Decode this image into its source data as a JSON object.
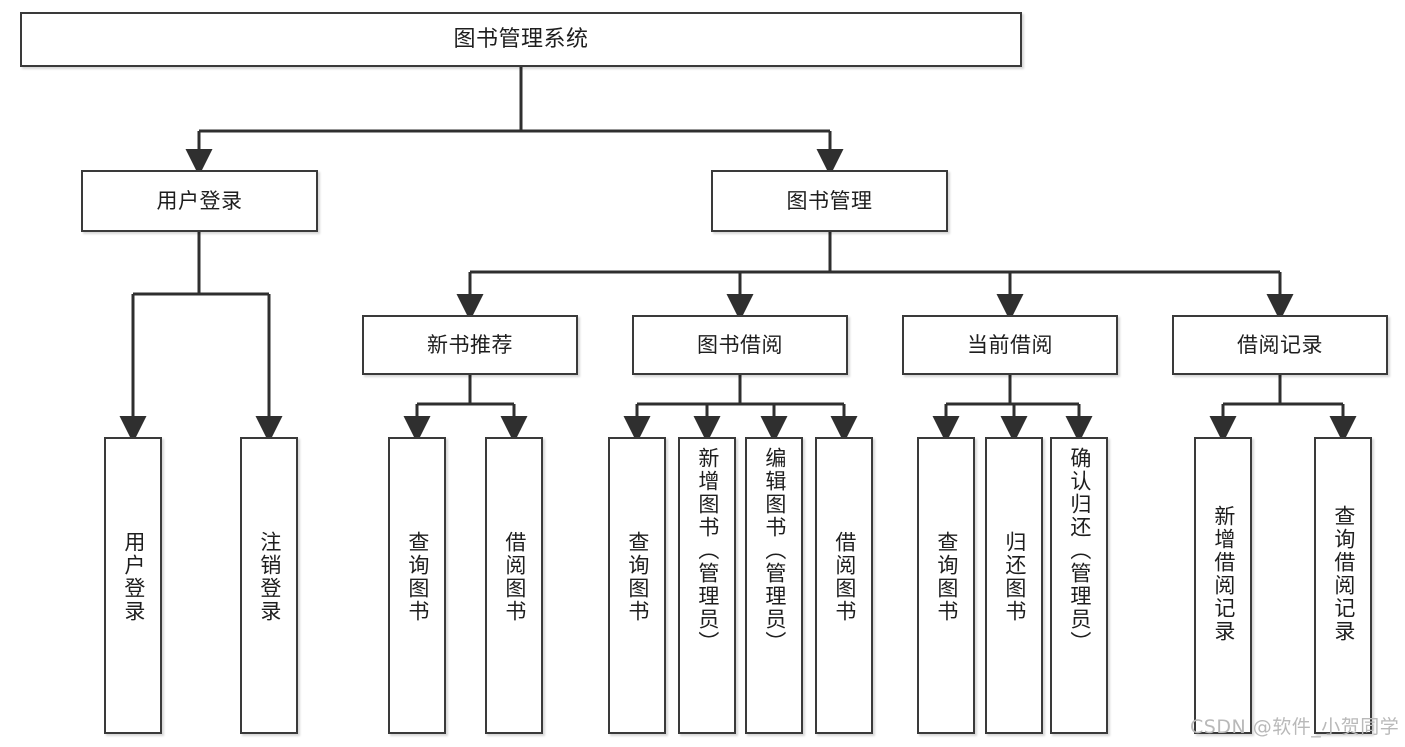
{
  "diagram": {
    "title": "图书管理系统",
    "watermark": "CSDN @软件_小贺同学",
    "colors": {
      "stroke": "#3a3a3a",
      "fill": "#ffffff",
      "text": "#1e1e1e",
      "watermark": "#b9b9b9"
    },
    "levels": {
      "root": {
        "label": "图书管理系统"
      },
      "level2": [
        {
          "label": "用户登录"
        },
        {
          "label": "图书管理"
        }
      ],
      "level3": [
        {
          "label": "新书推荐"
        },
        {
          "label": "图书借阅"
        },
        {
          "label": "当前借阅"
        },
        {
          "label": "借阅记录"
        }
      ],
      "leaves": [
        {
          "label": "用户登录",
          "parent": "用户登录"
        },
        {
          "label": "注销登录",
          "parent": "用户登录"
        },
        {
          "label": "查询图书",
          "parent": "新书推荐"
        },
        {
          "label": "借阅图书",
          "parent": "新书推荐"
        },
        {
          "label": "查询图书",
          "parent": "图书借阅"
        },
        {
          "label": "新增图书（管理员）",
          "parent": "图书借阅"
        },
        {
          "label": "编辑图书（管理员）",
          "parent": "图书借阅"
        },
        {
          "label": "借阅图书",
          "parent": "图书借阅"
        },
        {
          "label": "查询图书",
          "parent": "当前借阅"
        },
        {
          "label": "归还图书",
          "parent": "当前借阅"
        },
        {
          "label": "确认归还（管理员）",
          "parent": "当前借阅"
        },
        {
          "label": "新增借阅记录",
          "parent": "借阅记录"
        },
        {
          "label": "查询借阅记录",
          "parent": "借阅记录"
        }
      ]
    }
  }
}
